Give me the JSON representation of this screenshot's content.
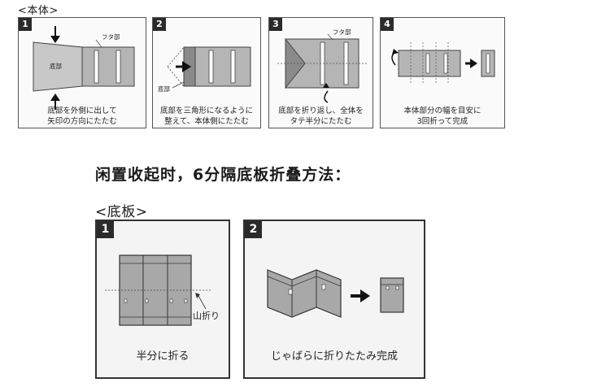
{
  "top_section": {
    "label": "<本体>",
    "steps": [
      {
        "number": "1",
        "caption_lines": [
          "底部を外側に出して",
          "矢印の方向にたたむ"
        ],
        "labels": {
          "lid": "フタ部",
          "bottom": "底部"
        }
      },
      {
        "number": "2",
        "caption_lines": [
          "底部を三角形になるように",
          "整えて、本体側にたたむ"
        ],
        "labels": {
          "bottom": "底部"
        }
      },
      {
        "number": "3",
        "caption_lines": [
          "底部を折り返し、全体を",
          "タテ半分にたたむ"
        ],
        "labels": {
          "lid": "フタ部"
        }
      },
      {
        "number": "4",
        "caption_lines": [
          "本体部分の幅を目安に",
          "3回折って完成"
        ]
      }
    ]
  },
  "heading": "闲置收起时，6分隔底板折叠方法：",
  "bottom_section": {
    "label": "<底板>",
    "steps": [
      {
        "number": "1",
        "caption": "半分に折る",
        "labels": {
          "mountain_fold": "山折り"
        }
      },
      {
        "number": "2",
        "caption": "じゃばらに折りたたみ完成"
      }
    ]
  },
  "colors": {
    "panel_border": "#555555",
    "fill_gray": "#b5b5b5",
    "dark_gray": "#8a8a8a",
    "arrow": "#111111",
    "number_badge": "#2b2b2b"
  }
}
